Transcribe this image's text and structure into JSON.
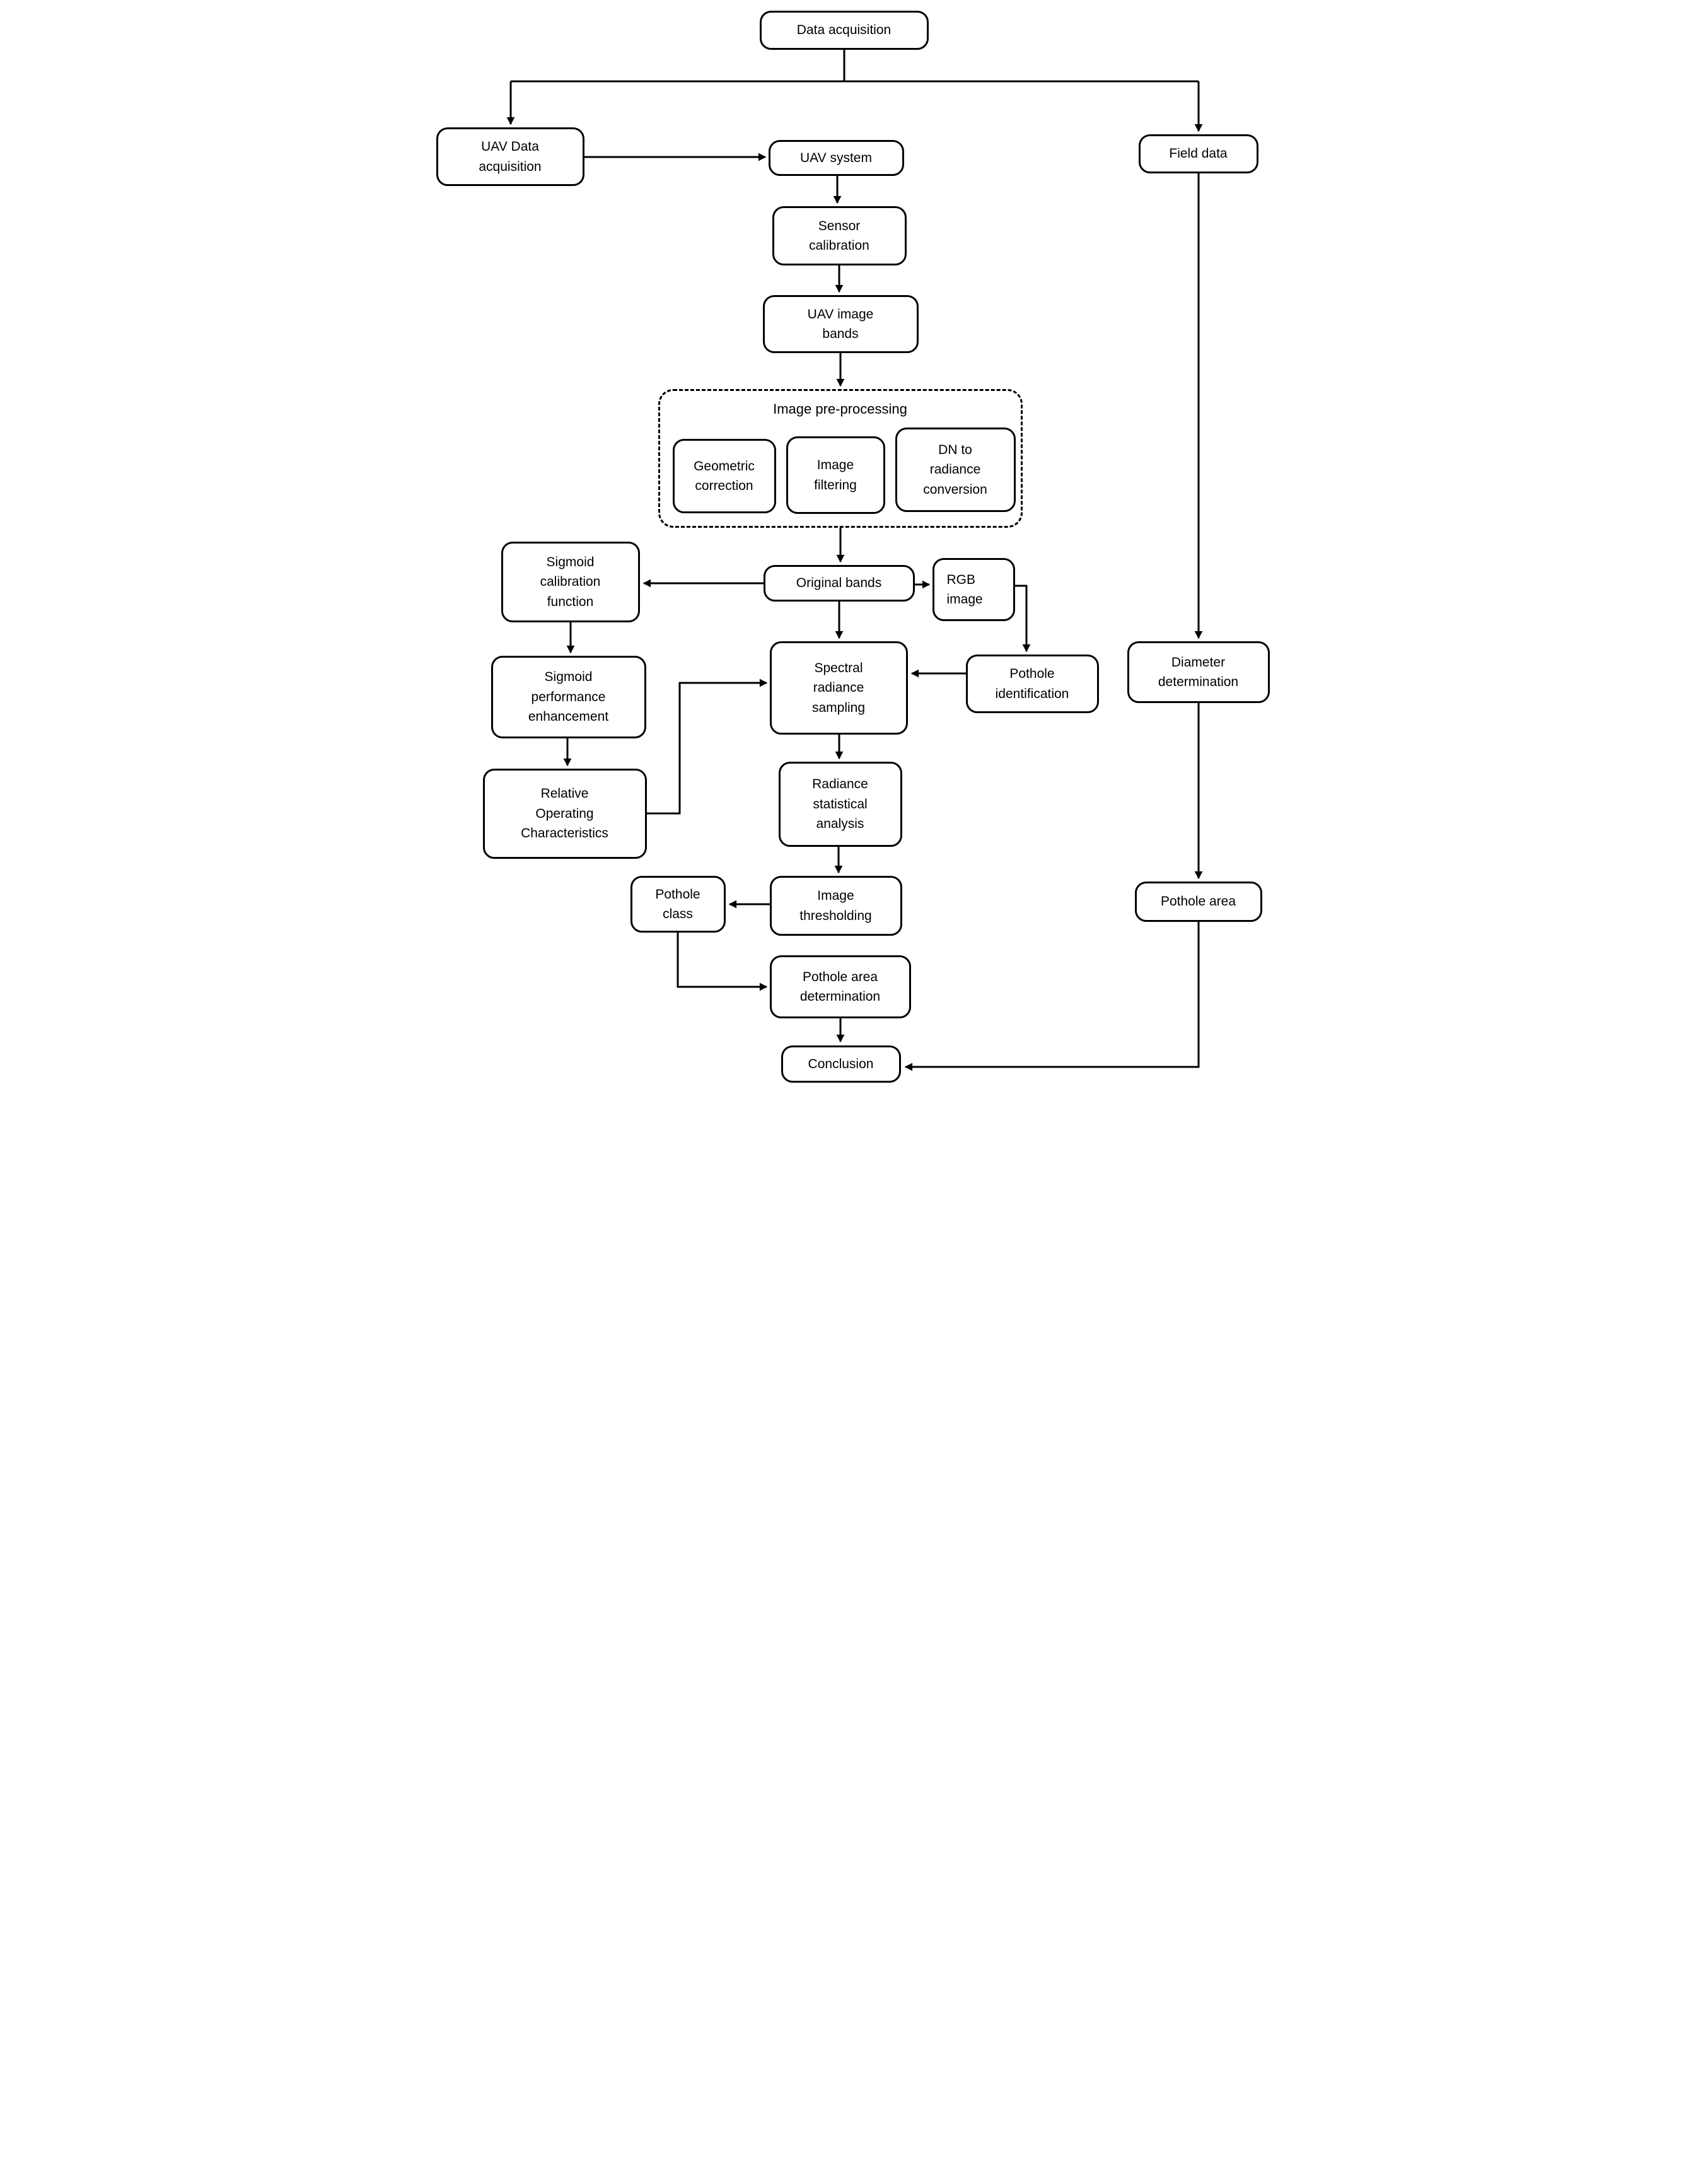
{
  "diagram": {
    "type": "flowchart",
    "colors": {
      "stroke": "#000000",
      "background": "#ffffff",
      "text": "#000000"
    },
    "nodes": {
      "data_acquisition": {
        "label": "Data acquisition"
      },
      "uav_data_acquisition": {
        "label": "UAV Data\nacquisition"
      },
      "field_data": {
        "label": "Field data"
      },
      "uav_system": {
        "label": "UAV system"
      },
      "sensor_calibration": {
        "label": "Sensor\ncalibration"
      },
      "uav_image_bands": {
        "label": "UAV image\nbands"
      },
      "image_preprocessing": {
        "label": "Image pre-processing"
      },
      "geometric_correction": {
        "label": "Geometric\ncorrection"
      },
      "image_filtering": {
        "label": "Image\nfiltering"
      },
      "dn_to_radiance_conversion": {
        "label": "DN to\nradiance\nconversion"
      },
      "original_bands": {
        "label": "Original bands"
      },
      "rgb_image": {
        "label": "RGB\nimage"
      },
      "sigmoid_calibration_function": {
        "label": "Sigmoid\ncalibration\nfunction"
      },
      "sigmoid_performance_enhancement": {
        "label": "Sigmoid\nperformance\nenhancement"
      },
      "relative_operating_characteristics": {
        "label": "Relative\nOperating\nCharacteristics"
      },
      "spectral_radiance_sampling": {
        "label": "Spectral\nradiance\nsampling"
      },
      "pothole_identification": {
        "label": "Pothole\nidentification"
      },
      "diameter_determination": {
        "label": "Diameter\ndetermination"
      },
      "radiance_statistical_analysis": {
        "label": "Radiance\nstatistical\nanalysis"
      },
      "pothole_class": {
        "label": "Pothole\nclass"
      },
      "image_thresholding": {
        "label": "Image\nthresholding"
      },
      "pothole_area": {
        "label": "Pothole area"
      },
      "pothole_area_determination": {
        "label": "Pothole area\ndetermination"
      },
      "conclusion": {
        "label": "Conclusion"
      }
    },
    "edges": [
      {
        "from": "data_acquisition",
        "to": "uav_data_acquisition"
      },
      {
        "from": "data_acquisition",
        "to": "field_data"
      },
      {
        "from": "uav_data_acquisition",
        "to": "uav_system"
      },
      {
        "from": "uav_system",
        "to": "sensor_calibration"
      },
      {
        "from": "sensor_calibration",
        "to": "uav_image_bands"
      },
      {
        "from": "uav_image_bands",
        "to": "image_preprocessing"
      },
      {
        "from": "image_preprocessing",
        "to": "original_bands"
      },
      {
        "from": "original_bands",
        "to": "sigmoid_calibration_function"
      },
      {
        "from": "original_bands",
        "to": "rgb_image"
      },
      {
        "from": "original_bands",
        "to": "spectral_radiance_sampling"
      },
      {
        "from": "rgb_image",
        "to": "pothole_identification"
      },
      {
        "from": "pothole_identification",
        "to": "spectral_radiance_sampling"
      },
      {
        "from": "sigmoid_calibration_function",
        "to": "sigmoid_performance_enhancement"
      },
      {
        "from": "sigmoid_performance_enhancement",
        "to": "relative_operating_characteristics"
      },
      {
        "from": "relative_operating_characteristics",
        "to": "spectral_radiance_sampling"
      },
      {
        "from": "spectral_radiance_sampling",
        "to": "radiance_statistical_analysis"
      },
      {
        "from": "radiance_statistical_analysis",
        "to": "image_thresholding"
      },
      {
        "from": "image_thresholding",
        "to": "pothole_class"
      },
      {
        "from": "pothole_class",
        "to": "pothole_area_determination"
      },
      {
        "from": "pothole_area_determination",
        "to": "conclusion"
      },
      {
        "from": "field_data",
        "to": "diameter_determination"
      },
      {
        "from": "diameter_determination",
        "to": "pothole_area"
      },
      {
        "from": "pothole_area",
        "to": "conclusion"
      }
    ]
  }
}
